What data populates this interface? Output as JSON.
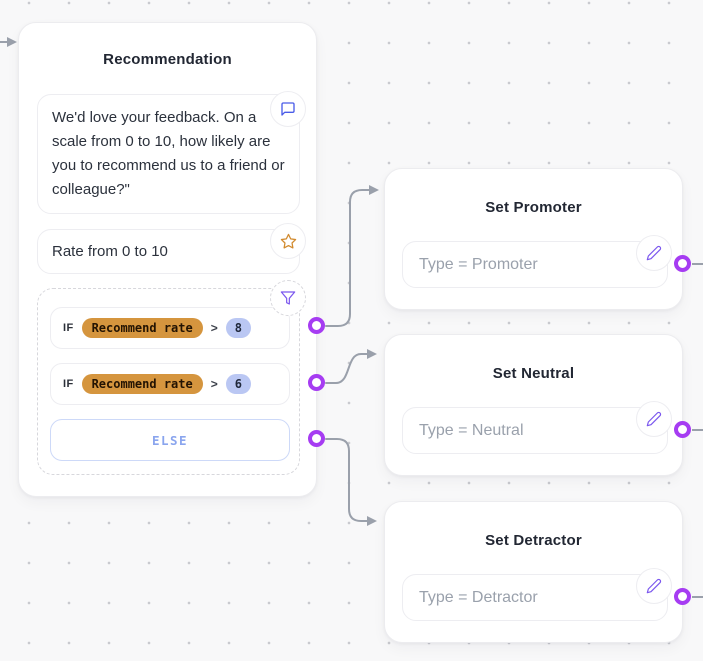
{
  "colors": {
    "port_accent": "#a63cf2",
    "edge_gray": "#9aa0ab",
    "variable_badge_orange": "#d5953e",
    "value_pill_blue": "#bac7f3",
    "else_blue": "#8aa5ee",
    "chat_icon_blue": "#4a5ce8",
    "star_icon_orange": "#d28b2f",
    "tool_icon_purple": "#7b57ee"
  },
  "recommendation_node": {
    "title": "Recommendation",
    "message_text": "We'd love your feedback. On a scale from 0 to 10, how likely are you to recommend us to a friend or colleague?\"",
    "rating_label": "Rate from 0 to 10",
    "conditions": [
      {
        "keyword": "IF",
        "variable": "Recommend rate",
        "operator": ">",
        "value": "8"
      },
      {
        "keyword": "IF",
        "variable": "Recommend rate",
        "operator": ">",
        "value": "6"
      }
    ],
    "else_label": "ELSE"
  },
  "action_nodes": [
    {
      "title": "Set Promoter",
      "field_value": "Type = Promoter"
    },
    {
      "title": "Set Neutral",
      "field_value": "Type = Neutral"
    },
    {
      "title": "Set Detractor",
      "field_value": "Type = Detractor"
    }
  ]
}
